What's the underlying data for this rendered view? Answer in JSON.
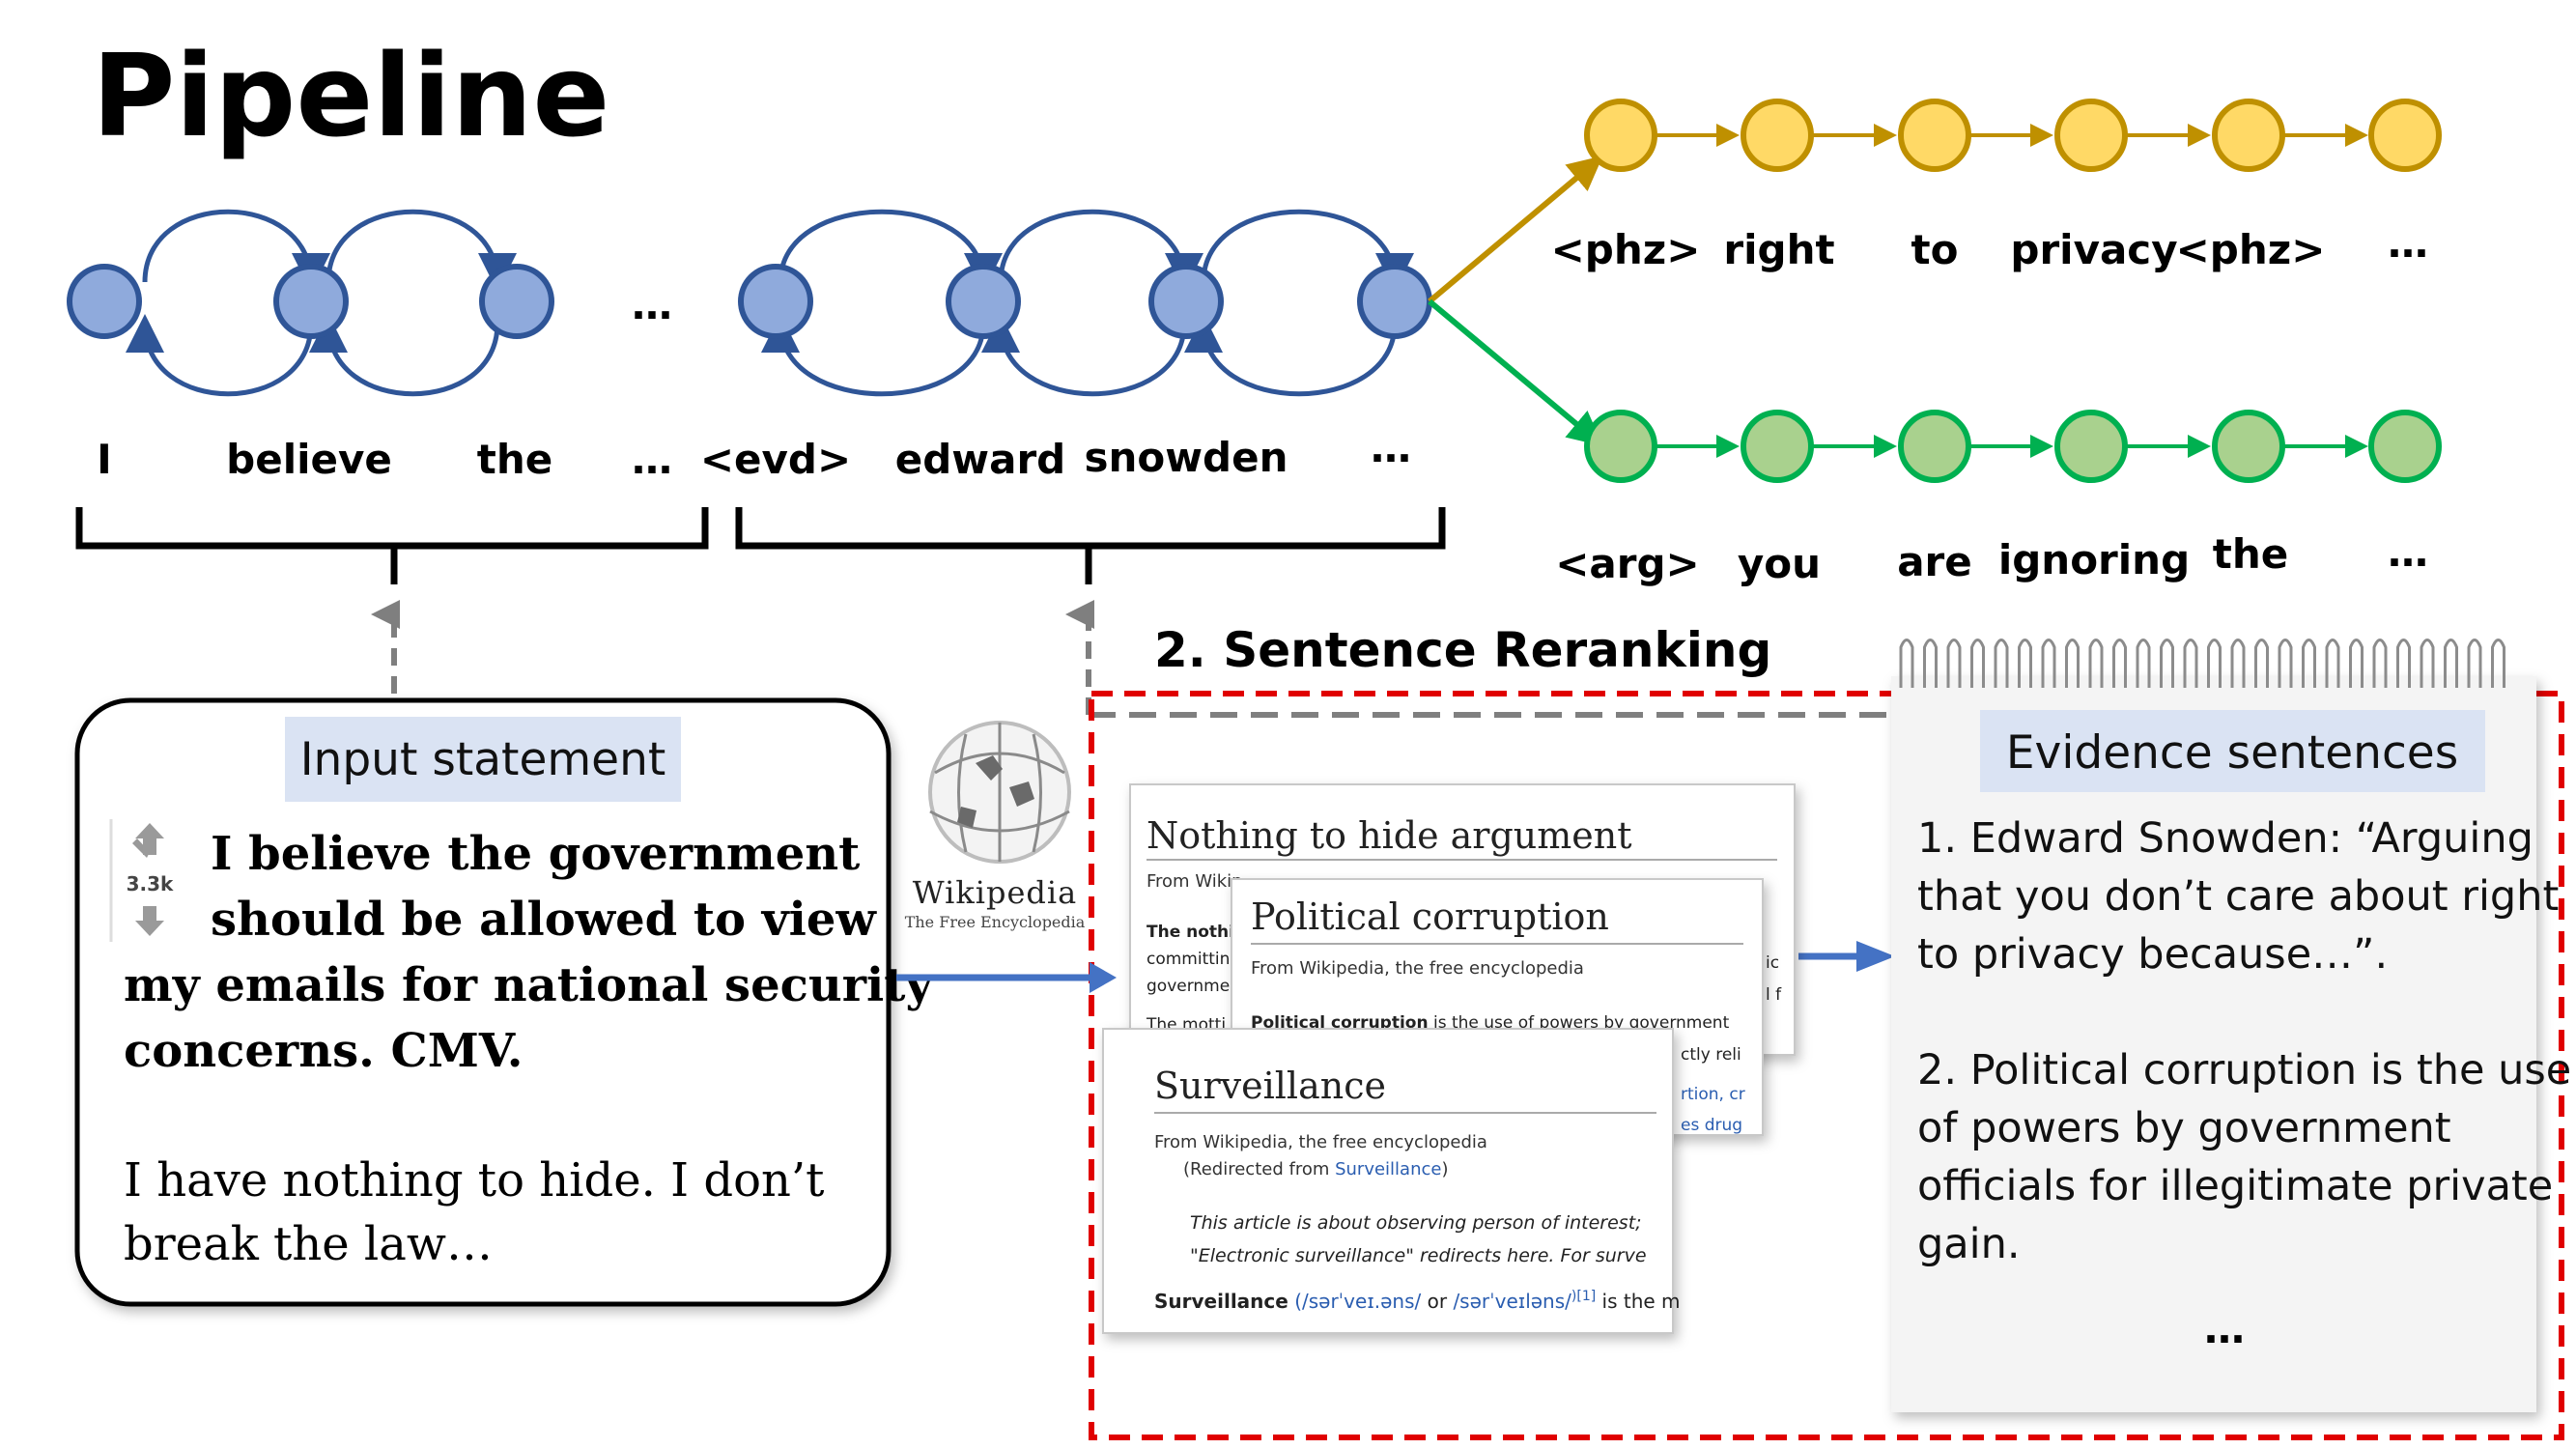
{
  "title": "Pipeline",
  "input_tokens": [
    "I",
    "believe",
    "the",
    "…"
  ],
  "evidence_tokens": [
    "<evd>",
    "edward",
    "snowden",
    "…"
  ],
  "phrase_tokens": [
    "<phz>",
    "right",
    "to",
    "privacy",
    "<phz>",
    "…"
  ],
  "argument_tokens": [
    "<arg>",
    "you",
    "are",
    "ignoring",
    "the",
    "…"
  ],
  "top_ellipsis": "…",
  "section_reranking": "2. Sentence Reranking",
  "input_box": {
    "label": "Input statement",
    "vote_count": "3.3k",
    "bold_lines": [
      "I believe the government",
      "should be allowed to view",
      "my emails for national security",
      "concerns. CMV."
    ],
    "body_lines": [
      "I have nothing to hide. I don’t",
      "break the law…"
    ]
  },
  "wikipedia": {
    "wordmark": "Wikipedia",
    "tagline": "The Free Encyclopedia"
  },
  "wiki_pages": {
    "page1": {
      "title": "Nothing to hide argument",
      "sub": "From Wikip",
      "frag": [
        "The nothi",
        "committin",
        "governme",
        "The motti"
      ]
    },
    "page2": {
      "title": "Political corruption",
      "sub": "From Wikipedia, the free encyclopedia",
      "body_bold": "Political corruption",
      "body_rest": " is the use of powers by government",
      "frag": [
        "ctly reli",
        "rtion, cr",
        "es drug"
      ],
      "side_frag": [
        "ic",
        "l f"
      ]
    },
    "page3": {
      "title": "Surveillance",
      "sub": "From Wikipedia, the free encyclopedia",
      "redirect_pre": "(Redirected from ",
      "redirect_link": "Surveillance",
      "redirect_post": ")",
      "italic1": "This article is about observing person of interest;",
      "italic2": "\"Electronic surveillance\" redirects here. For surve",
      "pron_bold": "Surveillance",
      "pron_l1": "(/sərˈveɪ.əns/",
      "pron_or": " or ",
      "pron_l2": "/sərˈveɪləns/",
      "pron_sup": ")[1]",
      "pron_tail": " is the m"
    }
  },
  "evidence_box": {
    "label": "Evidence sentences",
    "lines": [
      "1. Edward Snowden: “Arguing",
      "that you don’t care about right",
      "to privacy because…”.",
      "",
      "2. Political corruption is the use",
      "of powers by government",
      "officials for illegitimate private",
      "gain."
    ],
    "ellipsis": "…"
  },
  "colors": {
    "encoder": "#2f5597",
    "encoder_fill": "#8faadc",
    "phrase": "#bf9000",
    "phrase_fill": "#ffd966",
    "argument": "#00b050",
    "argument_fill": "#a9d18e",
    "arrow_blue": "#4472c4",
    "dashed_red": "#e00000",
    "label_bg": "#dae3f3"
  }
}
